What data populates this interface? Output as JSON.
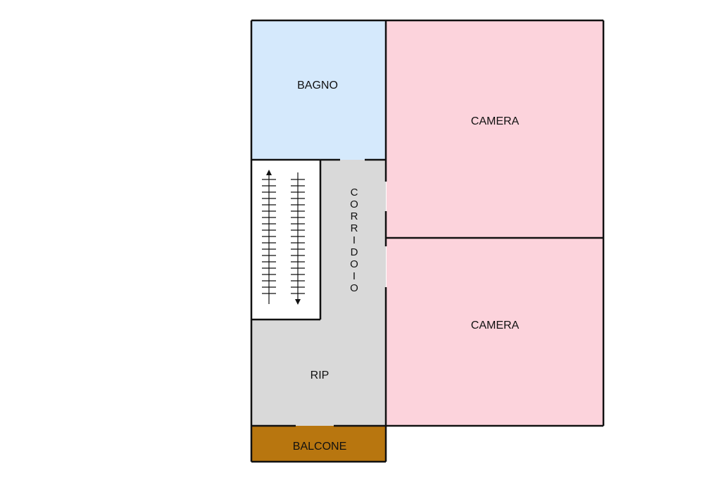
{
  "colors": {
    "bagno": "#d5e9fc",
    "camera": "#fcd3dc",
    "corridoio": "#d9d9d9",
    "rip": "#d9d9d9",
    "balcone": "#b8760f",
    "wall": "#111111",
    "stairs_bg": "#ffffff"
  },
  "rooms": {
    "bagno": "BAGNO",
    "camera_top": "CAMERA",
    "camera_bottom": "CAMERA",
    "rip": "RIP",
    "balcone": "BALCONE"
  },
  "corridor_letters": [
    "C",
    "O",
    "R",
    "R",
    "I",
    "D",
    "O",
    "I",
    "O"
  ],
  "stairs": {
    "up_arrow": "arrow-up-icon",
    "down_arrow": "arrow-down-icon"
  }
}
